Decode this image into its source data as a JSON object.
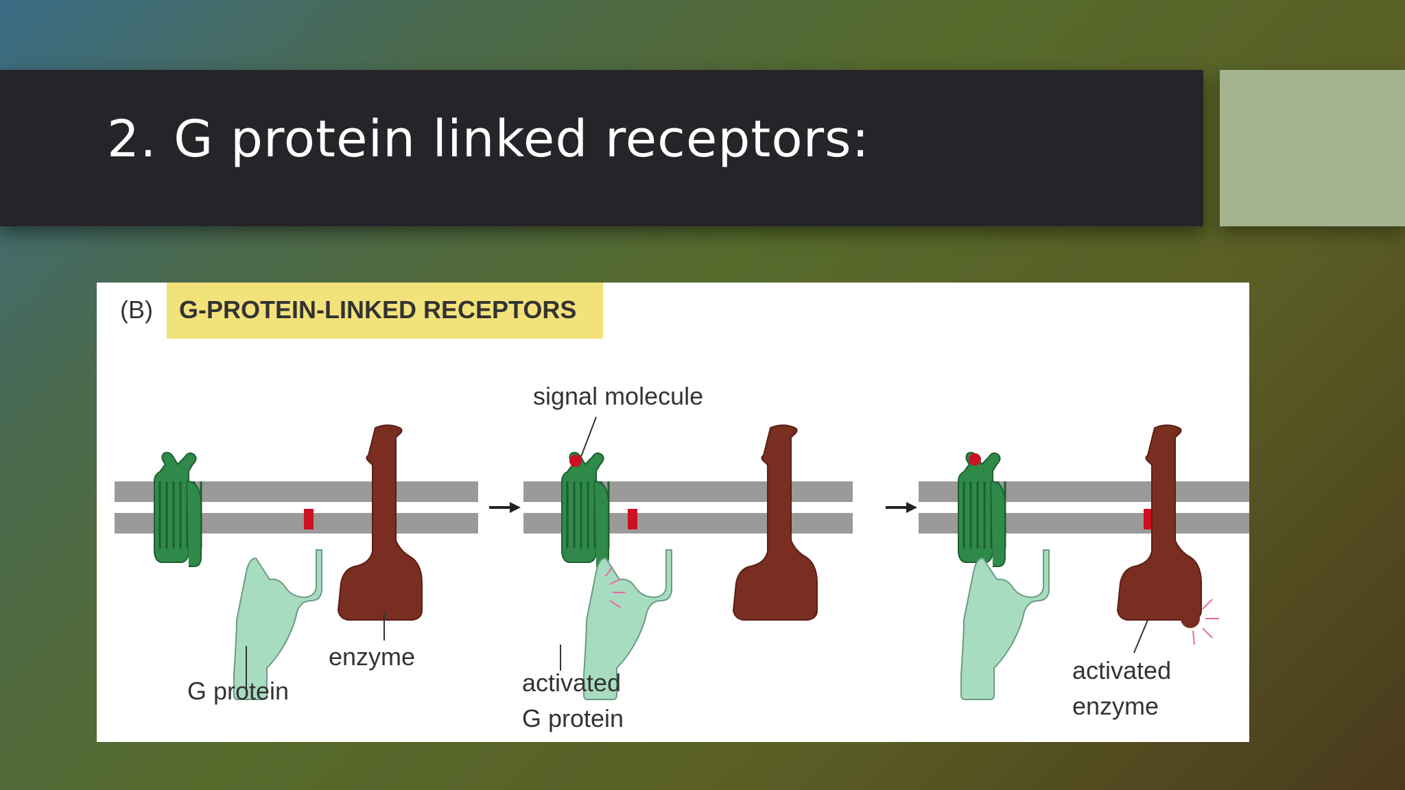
{
  "slide": {
    "title": "2. G protein linked receptors:"
  },
  "figure": {
    "panel_letter": "(B)",
    "panel_title": "G-PROTEIN-LINKED RECEPTORS",
    "labels": {
      "signal_molecule": "signal molecule",
      "g_protein": "G protein",
      "enzyme": "enzyme",
      "activated_g_protein_line1": "activated",
      "activated_g_protein_line2": "G protein",
      "activated_enzyme_line1": "activated",
      "activated_enzyme_line2": "enzyme"
    },
    "colors": {
      "membrane": "#9a9a98",
      "receptor": "#2f8a4a",
      "g_protein": "#a8dcc0",
      "enzyme": "#7a2e22",
      "signal": "#cc1122",
      "highlight": "#f2e27a"
    }
  }
}
